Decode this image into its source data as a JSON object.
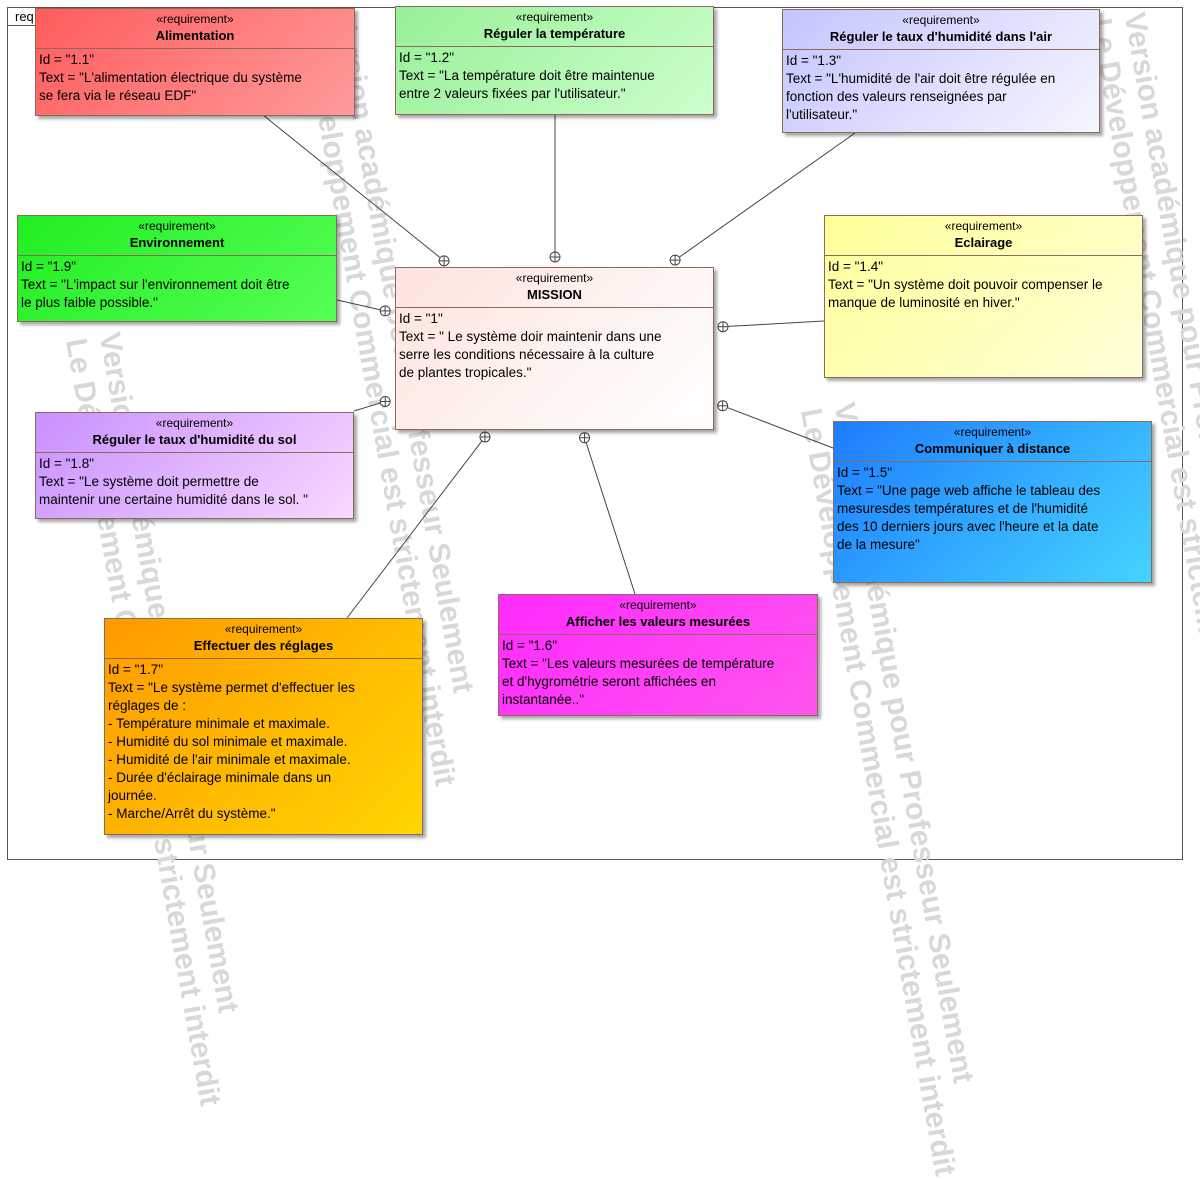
{
  "frame_label": "req",
  "stereotype": "«requirement»",
  "watermark": {
    "line1": "Version académique pour Professeur Seulement",
    "line2": "Le Développement Commercial est strictement interdit"
  },
  "requirements": [
    {
      "key": "alimentation",
      "name": "Alimentation",
      "id": "Id = \"1.1\"",
      "text": "Text = \"L'alimentation électrique du système\nse fera via le réseau EDF\"",
      "colors": [
        "#ff5c5c",
        "#ff9a9a"
      ]
    },
    {
      "key": "temperature",
      "name": "Réguler la température",
      "id": "Id = \"1.2\"",
      "text": "Text = \"La température doit être maintenue\nentre 2 valeurs fixées par l'utilisateur.\"",
      "colors": [
        "#98f098",
        "#ccffcc"
      ]
    },
    {
      "key": "humidite-air",
      "name": "Réguler le taux d'humidité dans l'air",
      "id": "Id = \"1.3\"",
      "text": "Text = \"L'humidité de l'air doit être régulée en\nfonction des valeurs renseignées par\nl'utilisateur.\"",
      "colors": [
        "#c4c4ff",
        "#f6f6ff"
      ]
    },
    {
      "key": "environnement",
      "name": "Environnement",
      "id": "Id = \"1.9\"",
      "text": "Text = \"L'impact sur l'environnement doit être\nle plus faible possible.\"",
      "colors": [
        "#22ee22",
        "#55ff55"
      ]
    },
    {
      "key": "eclairage",
      "name": "Eclairage",
      "id": "Id = \"1.4\"",
      "text": "Text = \"Un système doit pouvoir compenser le\nmanque de luminosité en hiver.\"",
      "colors": [
        "#ffff99",
        "#ffffd8"
      ]
    },
    {
      "key": "mission",
      "name": "MISSION",
      "id": "Id = \"1\"",
      "text": "Text = \" Le système doir maintenir dans une\nserre les conditions nécessaire à la culture\nde plantes tropicales.\"",
      "colors": [
        "#fde4de",
        "#ffffff"
      ]
    },
    {
      "key": "humidite-sol",
      "name": "Réguler le taux d'humidité du sol",
      "id": "Id = \"1.8\"",
      "text": "Text = \"Le système doit permettre de\nmaintenir une certaine humidité dans le sol. \"",
      "colors": [
        "#c890ff",
        "#f8d8ff"
      ]
    },
    {
      "key": "communiquer",
      "name": "Communiquer à distance",
      "id": "Id = \"1.5\"",
      "text": "Text = \"Une page web affiche le tableau des\nmesuresdes températures et de l'humidité\ndes 10 derniers jours avec l'heure et la date\nde la mesure\"",
      "colors": [
        "#1e7cff",
        "#44d4ff"
      ]
    },
    {
      "key": "afficher",
      "name": "Afficher les valeurs mesurées",
      "id": "Id = \"1.6\"",
      "text": "Text = \"Les valeurs mesurées de température\net d'hygrométrie seront affichées en\ninstantanée..\"",
      "colors": [
        "#ff2aff",
        "#ff55ee"
      ]
    },
    {
      "key": "effectuer",
      "name": "Effectuer des réglages",
      "id": "Id = \"1.7\"",
      "text": "Text = \"Le système permet d'effectuer les\nréglages de :\n- Température minimale et maximale.\n- Humidité du sol minimale et maximale.\n- Humidité de l'air minimale et maximale.\n- Durée d'éclairage minimale dans un\njournée.\n- Marche/Arrêt du système.\"",
      "colors": [
        "#ff9900",
        "#ffd600"
      ]
    }
  ]
}
